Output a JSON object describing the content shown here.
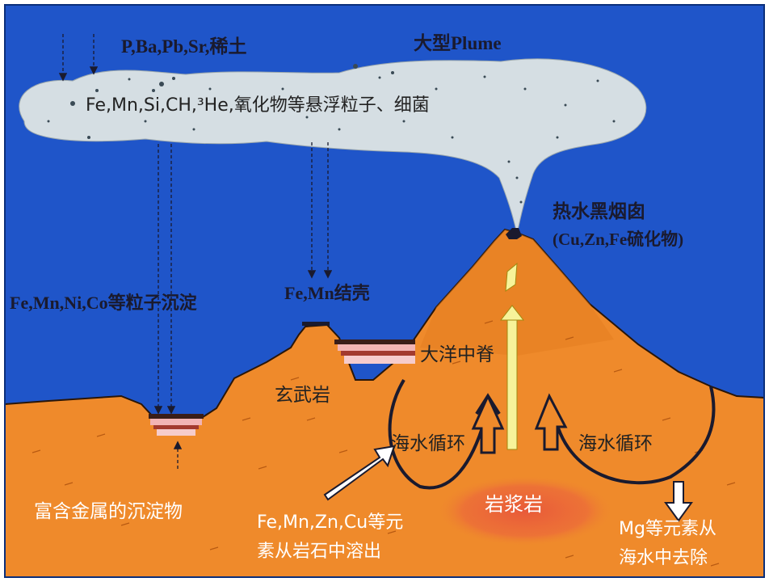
{
  "colors": {
    "ocean": "#1f55c9",
    "crust": "#ef8a2b",
    "crust_dark": "#d86a17",
    "plume": "#d5dee3",
    "magma": "#e8573a",
    "vent_flow": "#f7f39a",
    "sediment_pink": "#f2b4b4",
    "sediment_dark": "#3a1d18"
  },
  "labels": {
    "plume_top_elements": "P,Ba,Pb,Sr,稀土",
    "plume_name": "大型Plume",
    "plume_contents": "Fe,Mn,Si,CH,³He,氧化物等悬浮粒子、细菌",
    "black_smoker": "热水黑烟囱",
    "black_smoker_sulfides": "(Cu,Zn,Fe硫化物)",
    "particle_deposition": "Fe,Mn,Ni,Co等粒子沉淀",
    "fe_mn_crust": "Fe,Mn结壳",
    "mid_ocean_ridge": "大洋中脊",
    "basalt": "玄武岩",
    "circulation_left": "海水循环",
    "circulation_right": "海水循环",
    "magma": "岩浆岩",
    "metal_sediments": "富含金属的沉淀物",
    "leaching_line1": "Fe,Mn,Zn,Cu等元",
    "leaching_line2": "素从岩石中溶出",
    "removal_line1": "Mg等元素从",
    "removal_line2": "海水中去除"
  }
}
